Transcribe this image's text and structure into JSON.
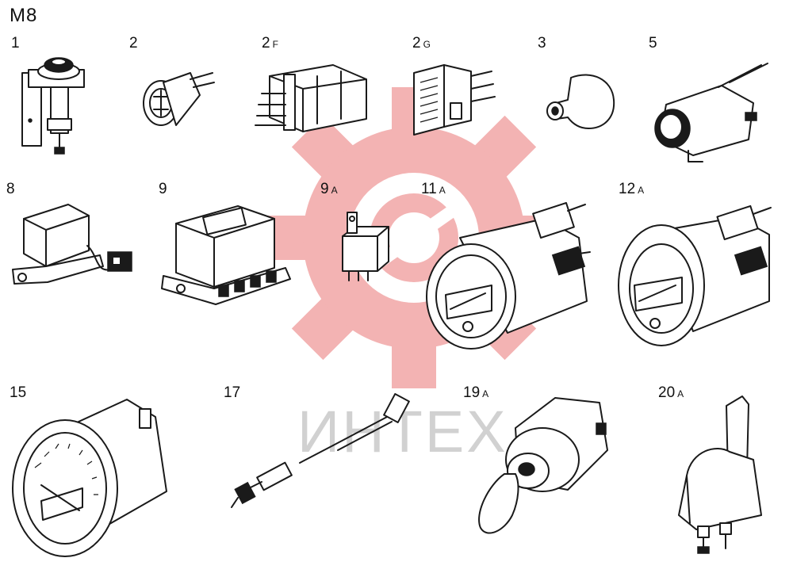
{
  "sheet": {
    "code": "M8"
  },
  "watermark": {
    "text": "ИНТЕХ",
    "gear_color": "#f3b3b3",
    "text_color": "#c9c9c9"
  },
  "parts": [
    {
      "id": "1",
      "number": "1",
      "suffix": "",
      "icon": "switch-icon"
    },
    {
      "id": "2",
      "number": "2",
      "suffix": "",
      "icon": "connector-icon"
    },
    {
      "id": "2f",
      "number": "2",
      "suffix": "F",
      "icon": "multi-pin-connector-icon"
    },
    {
      "id": "2g",
      "number": "2",
      "suffix": "G",
      "icon": "plug-connector-icon"
    },
    {
      "id": "3",
      "number": "3",
      "suffix": "",
      "icon": "rubber-boot-icon"
    },
    {
      "id": "5",
      "number": "5",
      "suffix": "",
      "icon": "solenoid-icon"
    },
    {
      "id": "8",
      "number": "8",
      "suffix": "",
      "icon": "relay-box-icon"
    },
    {
      "id": "9",
      "number": "9",
      "suffix": "",
      "icon": "regulator-icon"
    },
    {
      "id": "9a",
      "number": "9",
      "suffix": "A",
      "icon": "relay-icon"
    },
    {
      "id": "11a",
      "number": "11",
      "suffix": "A",
      "icon": "gauge-icon"
    },
    {
      "id": "12a",
      "number": "12",
      "suffix": "A",
      "icon": "gauge-icon"
    },
    {
      "id": "15",
      "number": "15",
      "suffix": "",
      "icon": "speedometer-icon"
    },
    {
      "id": "17",
      "number": "17",
      "suffix": "",
      "icon": "speedometer-cable-icon"
    },
    {
      "id": "19a",
      "number": "19",
      "suffix": "A",
      "icon": "ignition-switch-icon"
    },
    {
      "id": "20a",
      "number": "20",
      "suffix": "A",
      "icon": "toggle-switch-icon"
    }
  ]
}
